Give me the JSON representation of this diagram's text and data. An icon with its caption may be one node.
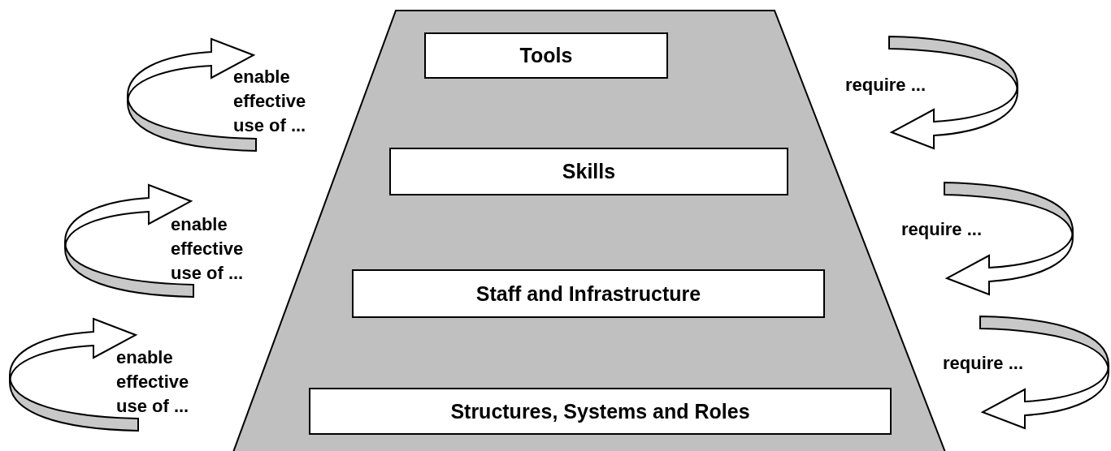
{
  "diagram": {
    "nodes": [
      {
        "text": [],
        "shape": "trapezoid"
      },
      {
        "text": [
          "Tools"
        ],
        "in": 0
      },
      {
        "text": [
          "Skills"
        ],
        "in": 0
      },
      {
        "text": [
          "Staff and Infrastructure"
        ],
        "in": 0
      },
      {
        "text": [
          "Structures, Systems and Roles"
        ],
        "in": 0
      }
    ],
    "labels": [
      "enable effective use of ...",
      "require ...",
      "enable effective use of ...",
      "require ...",
      "enable effective use of ...",
      "require ..."
    ]
  }
}
